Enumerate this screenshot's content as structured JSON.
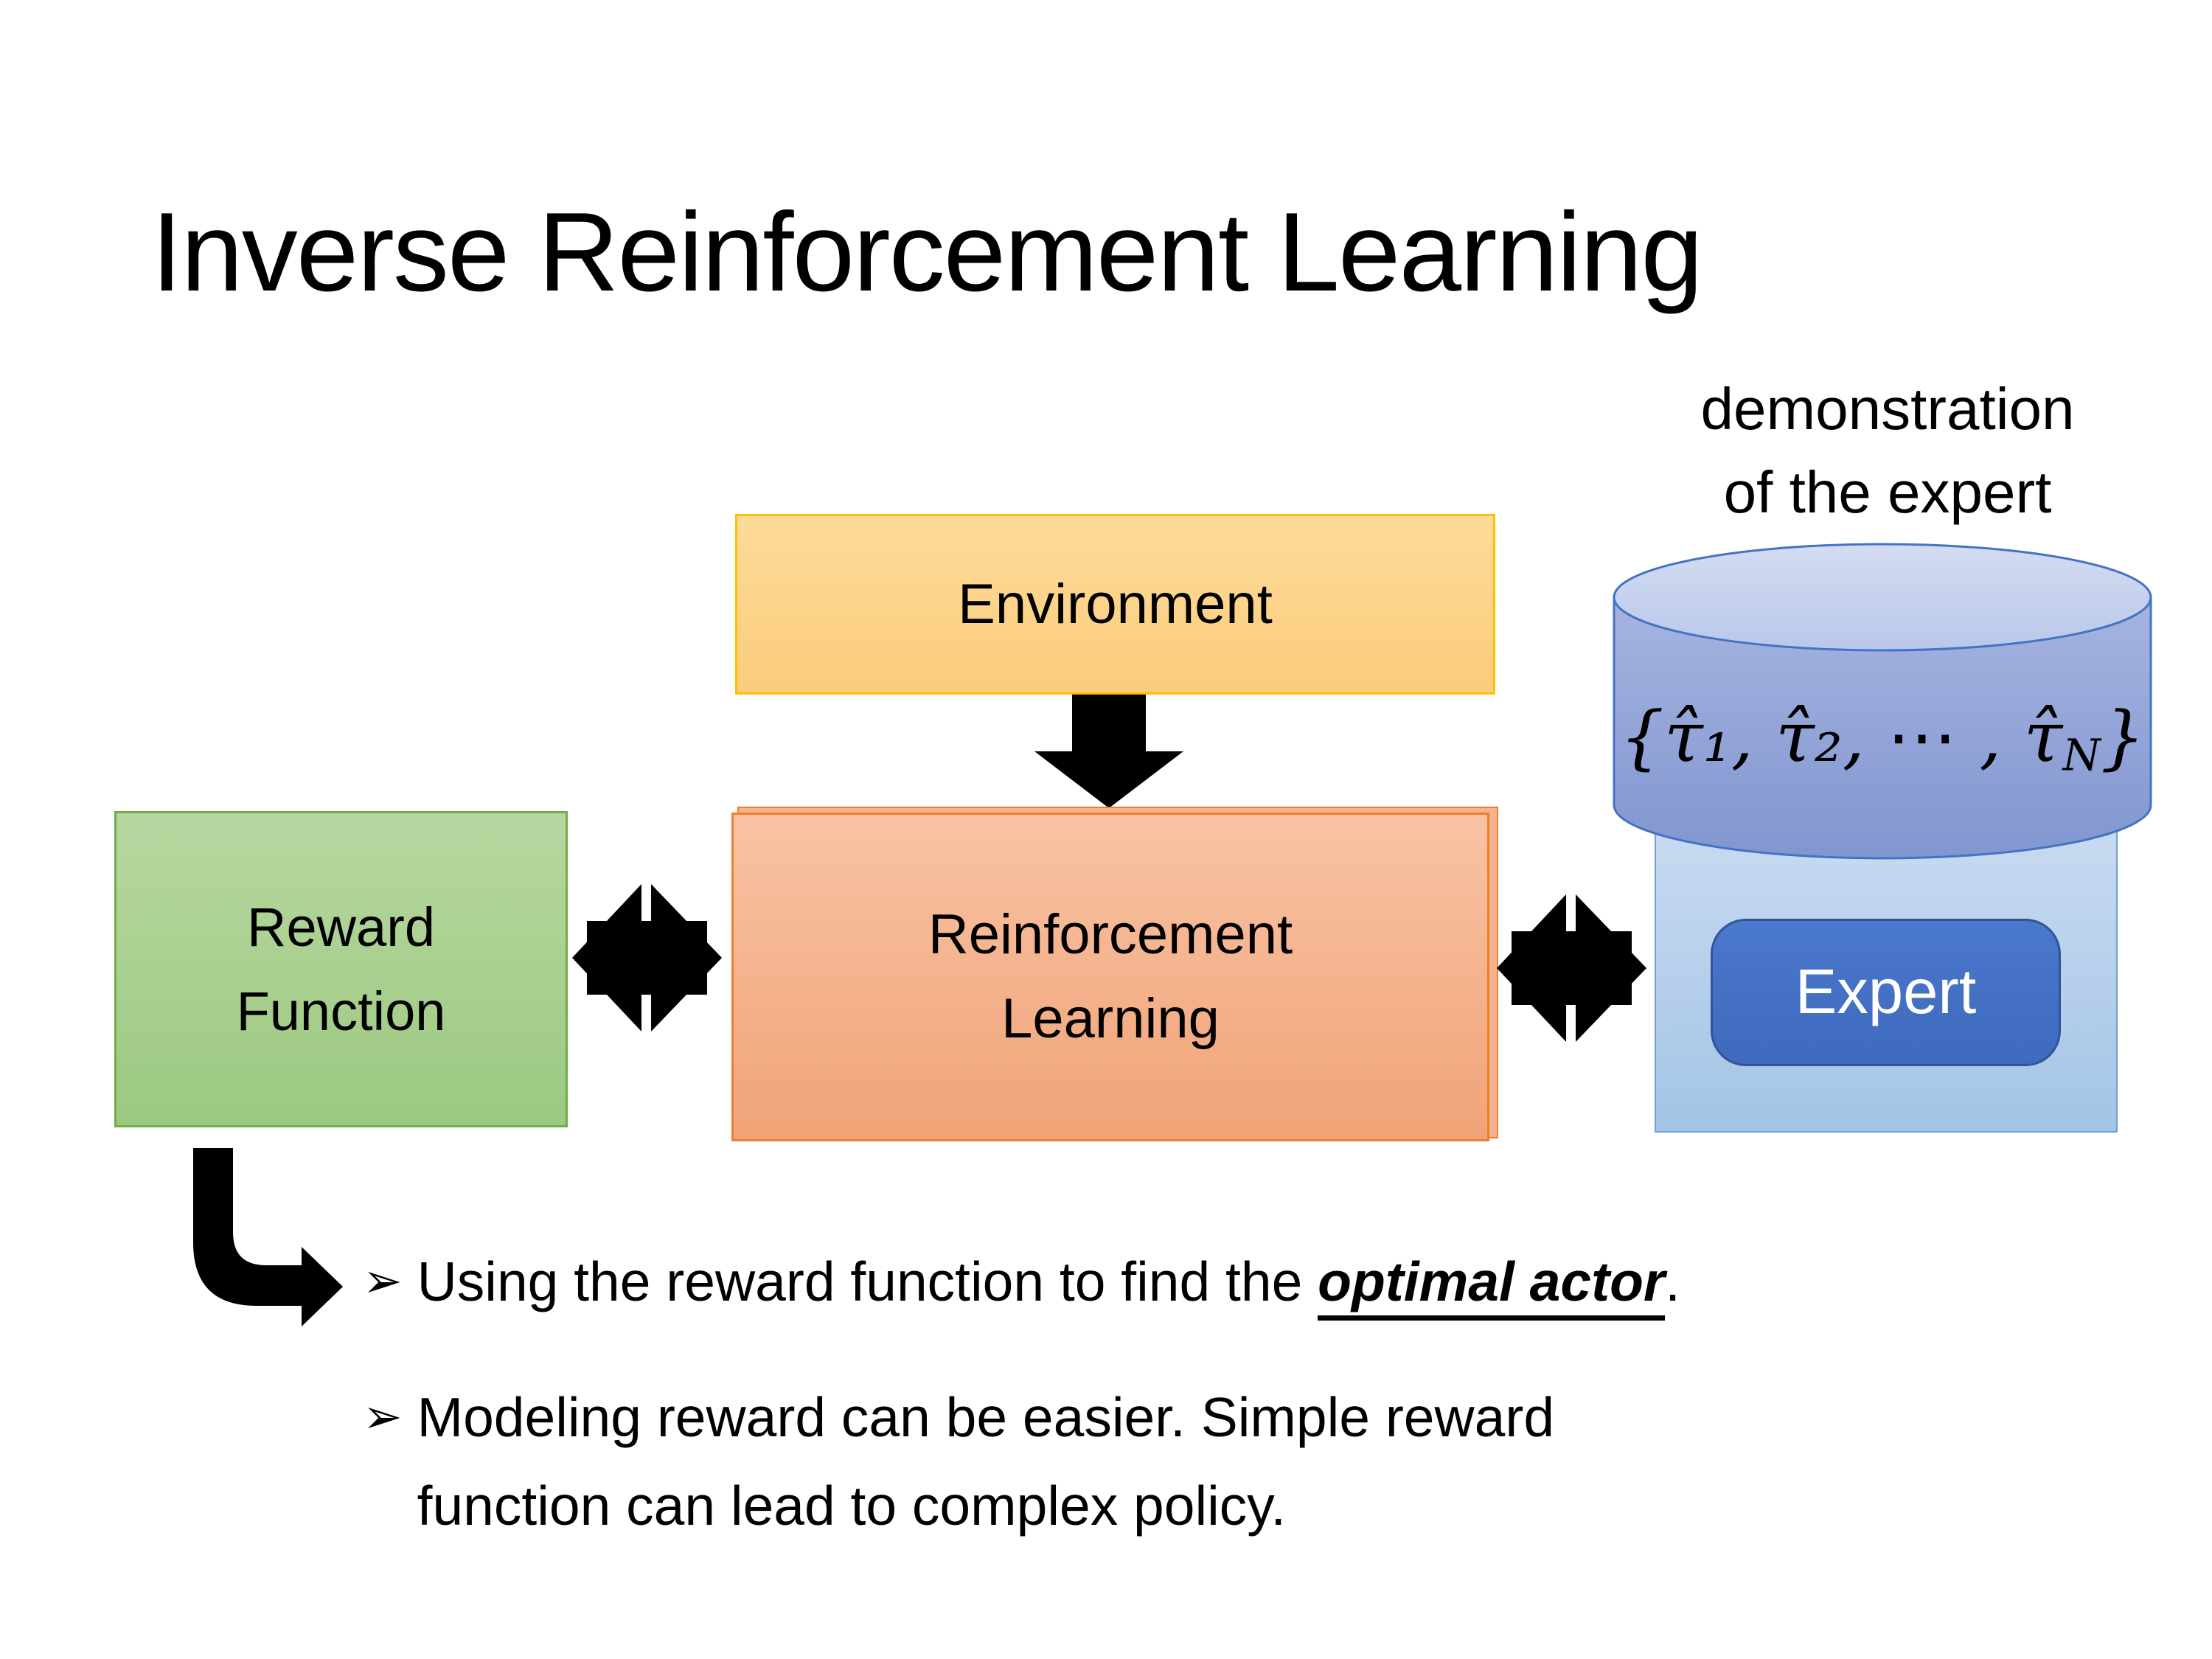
{
  "slide": {
    "title": "Inverse Reinforcement Learning",
    "demo_label": {
      "line1": "demonstration",
      "line2": "of the expert"
    },
    "environment": {
      "label": "Environment"
    },
    "reward": {
      "line1": "Reward",
      "line2": "Function"
    },
    "rl": {
      "line1": "Reinforcement",
      "line2": "Learning"
    },
    "expert": {
      "label": "Expert"
    },
    "datastore": {
      "formula_open": "{τ̂₁, τ̂₂, ⋯ , τ̂",
      "formula_sub": "N",
      "formula_close": "}"
    },
    "bullets": {
      "glyph": "➢",
      "bullet1": {
        "pre": "Using the reward function to find the ",
        "emphasis": "optimal actor",
        "post": "."
      },
      "bullet2": {
        "line1": "Modeling reward can be easier. Simple reward",
        "line2": "function can lead to complex policy."
      }
    },
    "icons": {
      "down_arrow": "down-block-arrow",
      "left_right_arrow": "bidirectional-block-arrow",
      "elbow_arrow": "elbow-down-right-arrow"
    },
    "colors": {
      "environment_border": "#FFC000",
      "environment_fill": "#FBD28A",
      "reward_border": "#70AD47",
      "reward_fill": "#A9D18E",
      "rl_border": "#ED7D31",
      "rl_fill": "#F4B183",
      "cylinder_border": "#4472C4",
      "cylinder_fill": "#8FA2D6",
      "cylinder_top": "#CBD5EF",
      "expert_container_fill": "#BDD7EE",
      "expert_fill": "#4472C4",
      "expert_text": "#FFFFFF",
      "arrow": "#000000",
      "text": "#000000"
    }
  }
}
